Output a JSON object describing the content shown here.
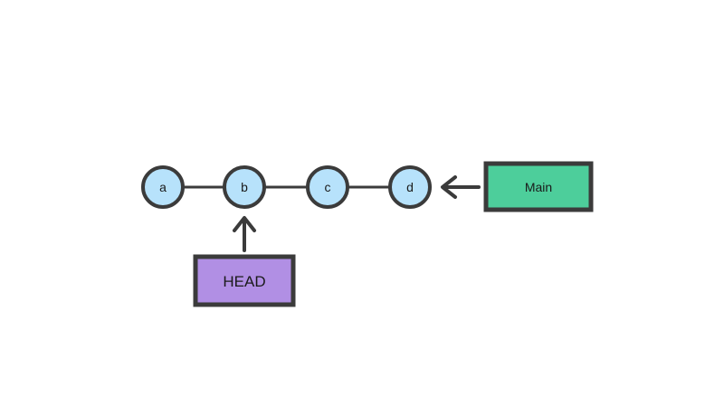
{
  "diagram": {
    "type": "git-commit-graph",
    "background": "#ffffff",
    "ink_color": "#3b3b3b",
    "node_fill": "#b7e2fb",
    "nodes": [
      {
        "label": "a"
      },
      {
        "label": "b"
      },
      {
        "label": "c"
      },
      {
        "label": "d"
      }
    ],
    "edges": [
      {
        "from": "a",
        "to": "b"
      },
      {
        "from": "b",
        "to": "c"
      },
      {
        "from": "c",
        "to": "d"
      }
    ],
    "branch_pointer": {
      "label": "Main",
      "fill": "#4dce9b",
      "points_to": "d",
      "arrow_direction": "left"
    },
    "head_pointer": {
      "label": "HEAD",
      "fill": "#b18fe4",
      "points_to": "b",
      "arrow_direction": "up"
    }
  }
}
